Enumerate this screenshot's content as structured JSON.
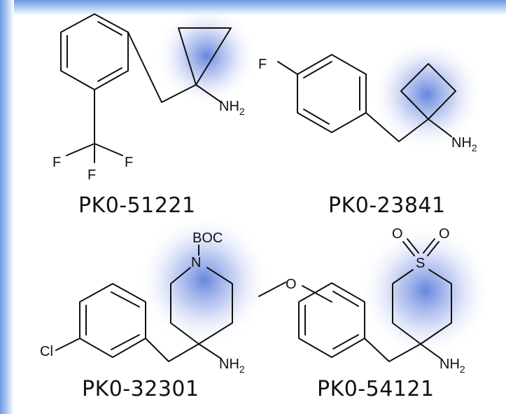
{
  "compounds": [
    {
      "id": "PK0-51221",
      "labels": {
        "amine": "NH",
        "amine_sub": "2",
        "f1": "F",
        "f2": "F",
        "f3": "F"
      }
    },
    {
      "id": "PK0-23841",
      "labels": {
        "amine": "NH",
        "amine_sub": "2",
        "fluoro": "F"
      }
    },
    {
      "id": "PK0-32301",
      "labels": {
        "amine": "NH",
        "amine_sub": "2",
        "n": "N",
        "boc": "BOC",
        "cl": "Cl"
      }
    },
    {
      "id": "PK0-54121",
      "labels": {
        "amine": "NH",
        "amine_sub": "2",
        "s": "S",
        "o1": "O",
        "o2": "O",
        "o_methoxy": "O"
      }
    }
  ],
  "colors": {
    "highlight": "#4a6fd8",
    "frame": "#6f9be0"
  }
}
